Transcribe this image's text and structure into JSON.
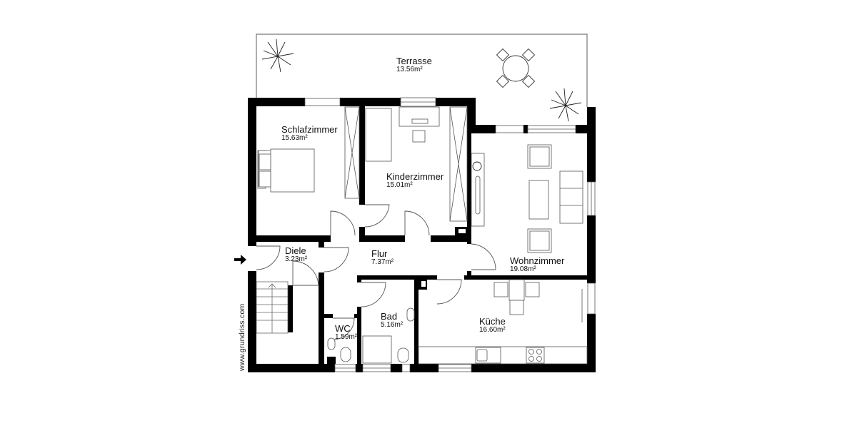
{
  "plan": {
    "watermark": "www.grundriss.com",
    "entrance_arrow": "arrow-right",
    "colors": {
      "wall": "#000000",
      "line": "#555555",
      "background": "#ffffff",
      "text": "#111111"
    },
    "rooms": [
      {
        "id": "terrasse",
        "name": "Terrasse",
        "area": "13.56m²"
      },
      {
        "id": "schlafzimmer",
        "name": "Schlafzimmer",
        "area": "15.63m²"
      },
      {
        "id": "kinderzimmer",
        "name": "Kinderzimmer",
        "area": "15.01m²"
      },
      {
        "id": "wohnzimmer",
        "name": "Wohnzimmer",
        "area": "19.08m²"
      },
      {
        "id": "diele",
        "name": "Diele",
        "area": "3.23m²"
      },
      {
        "id": "flur",
        "name": "Flur",
        "area": "7.37m²"
      },
      {
        "id": "wc",
        "name": "WC",
        "area": "1.59m²"
      },
      {
        "id": "bad",
        "name": "Bad",
        "area": "5.16m²"
      },
      {
        "id": "kueche",
        "name": "Küche",
        "area": "16.60m²"
      }
    ]
  }
}
